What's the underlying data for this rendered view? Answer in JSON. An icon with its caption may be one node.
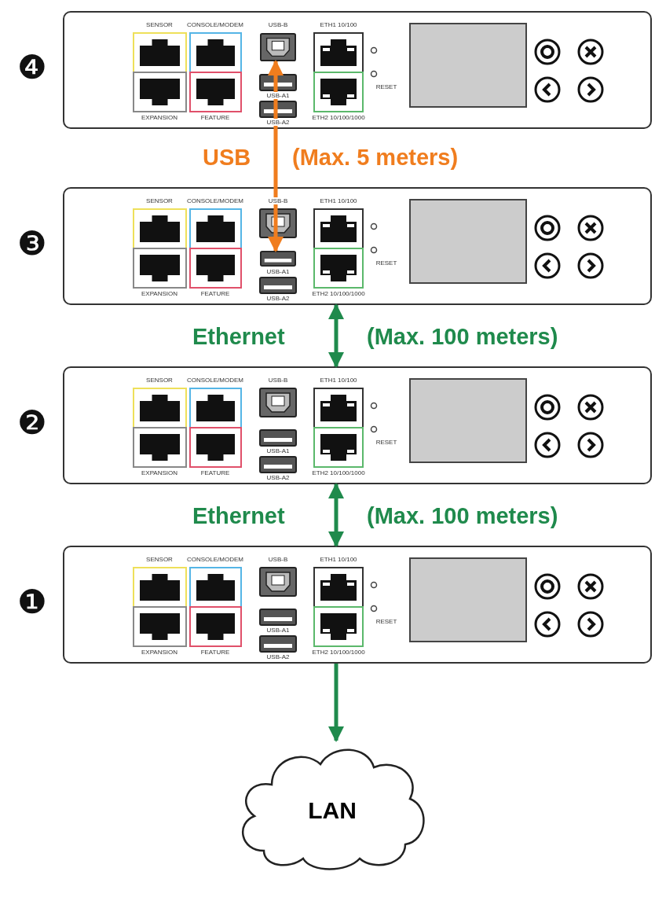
{
  "diagram": {
    "nodes": [
      {
        "text": [
          "SENSOR",
          "CONSOLE/MODEM",
          "USB-B",
          "ETH1 10/100",
          "EXPANSION",
          "FEATURE",
          "USB-A1",
          "USB-A2",
          "ETH2 10/100/1000",
          "RESET"
        ],
        "beside": [
          "❹"
        ]
      },
      {
        "text": [],
        "shape": "box",
        "in": 0
      },
      {
        "text": [
          "SENSOR",
          "CONSOLE/MODEM",
          "USB-B",
          "ETH1 10/100",
          "EXPANSION",
          "FEATURE",
          "USB-A1",
          "USB-A2",
          "ETH2 10/100/1000",
          "RESET"
        ],
        "beside": [
          "❸"
        ]
      },
      {
        "text": [],
        "shape": "box",
        "in": 2
      },
      {
        "text": [
          "SENSOR",
          "CONSOLE/MODEM",
          "USB-B",
          "ETH1 10/100",
          "EXPANSION",
          "FEATURE",
          "USB-A1",
          "USB-A2",
          "ETH2 10/100/1000",
          "RESET"
        ],
        "beside": [
          "❷"
        ]
      },
      {
        "text": [
          "SENSOR",
          "CONSOLE/MODEM",
          "USB-B",
          "ETH1 10/100",
          "EXPANSION",
          "FEATURE",
          "USB-A1",
          "USB-A2",
          "ETH2 10/100/1000",
          "RESET"
        ],
        "beside": [
          "❶"
        ]
      },
      {
        "text": [
          "LAN"
        ]
      }
    ],
    "edges": [
      {
        "from": 1,
        "to": 3,
        "arrow": "both",
        "color": "#f07d1e"
      },
      {
        "from": 2,
        "to": 4,
        "arrow": "both"
      },
      {
        "from": 4,
        "to": 5,
        "arrow": "both"
      },
      {
        "from": 5,
        "to": 6,
        "arrow": "to"
      }
    ],
    "labels": [
      "USB",
      "(Max. 5 meters)",
      "Ethernet",
      "(Max. 100 meters)",
      "Ethernet",
      "(Max. 100 meters)"
    ]
  }
}
